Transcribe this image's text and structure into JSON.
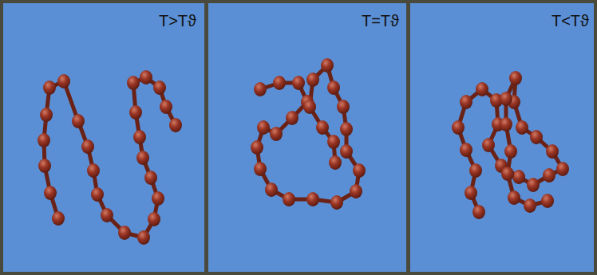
{
  "diagram": {
    "labels": [
      "T>Tϑ",
      "T=Tϑ",
      "T<Tϑ"
    ]
  }
}
